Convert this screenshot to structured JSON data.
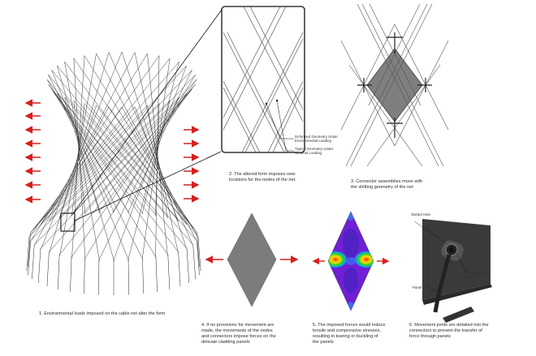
{
  "captions": {
    "c1": "1.  Environmental loads imposed on the cable net alter the form",
    "c2": "2.  The altered form imposes new\nlocations for the nodes of the net.",
    "c3": "3.  Connector assemblies move with\nthe shifting geometry of the net",
    "c4": "4.  If no provisions for movement are\nmade, the movements of the nodes\nand connectors impose forces on the\ndelicate cladding panels",
    "c5": "5.  The imposed forces would induce\ntensile and compressive stresses,\nresulting in tearing or buckling of\nthe panels",
    "c6": "6.  Movement joints are detailed into the\nconnectors to prevent the transfer of\nforce through panels"
  },
  "callouts": {
    "deformed": "Deformed Geometry Under\nEnvironmental Loading",
    "typical": "Typical Geometry Under\nNominal Loading",
    "slotted_hole": "Slotted Hole",
    "washer": "Large-Diameter\nWasher",
    "panel": "Panel"
  },
  "colors": {
    "load_arrow": "#d42020",
    "net_line": "#222222",
    "panel_gray": "#808080",
    "bracket_dark": "#3a3a3a"
  }
}
